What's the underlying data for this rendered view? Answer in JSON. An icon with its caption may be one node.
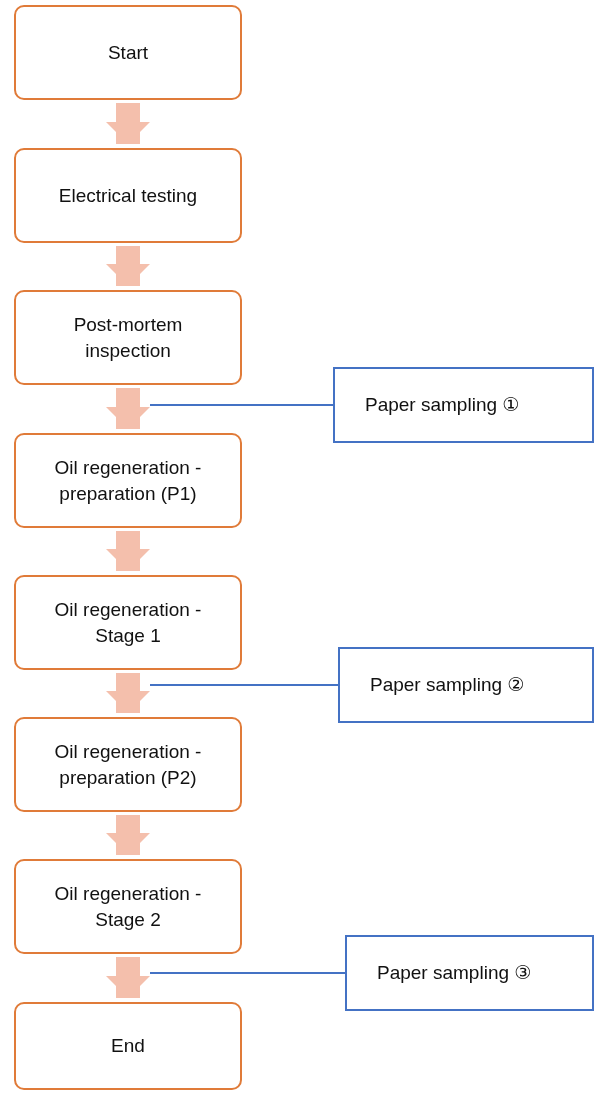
{
  "diagram": {
    "nodes": [
      {
        "text": [
          "Start"
        ]
      },
      {
        "text": [
          "Electrical testing"
        ]
      },
      {
        "text": [
          "Post-mortem inspection"
        ]
      },
      {
        "text": [
          "Oil regeneration - preparation (P1)"
        ]
      },
      {
        "text": [
          "Oil regeneration - Stage 1"
        ]
      },
      {
        "text": [
          "Oil regeneration - preparation (P2)"
        ]
      },
      {
        "text": [
          "Oil regeneration - Stage 2"
        ]
      },
      {
        "text": [
          "End"
        ]
      },
      {
        "text": [
          "Paper sampling ①"
        ]
      },
      {
        "text": [
          "Paper sampling ②"
        ]
      },
      {
        "text": [
          "Paper sampling ③"
        ]
      }
    ],
    "edges": [
      {
        "from": 0,
        "to": 1,
        "arrow": "to"
      },
      {
        "from": 1,
        "to": 2,
        "arrow": "to"
      },
      {
        "from": 2,
        "to": 3,
        "arrow": "to"
      },
      {
        "from": 3,
        "to": 4,
        "arrow": "to"
      },
      {
        "from": 4,
        "to": 5,
        "arrow": "to"
      },
      {
        "from": 5,
        "to": 6,
        "arrow": "to"
      },
      {
        "from": 6,
        "to": 7,
        "arrow": "to"
      },
      {
        "from": 8,
        "to": null,
        "arrow": "none",
        "color": "#4472c4"
      },
      {
        "from": 9,
        "to": null,
        "arrow": "none",
        "color": "#4472c4"
      },
      {
        "from": 10,
        "to": null,
        "arrow": "none",
        "color": "#4472c4"
      }
    ]
  }
}
